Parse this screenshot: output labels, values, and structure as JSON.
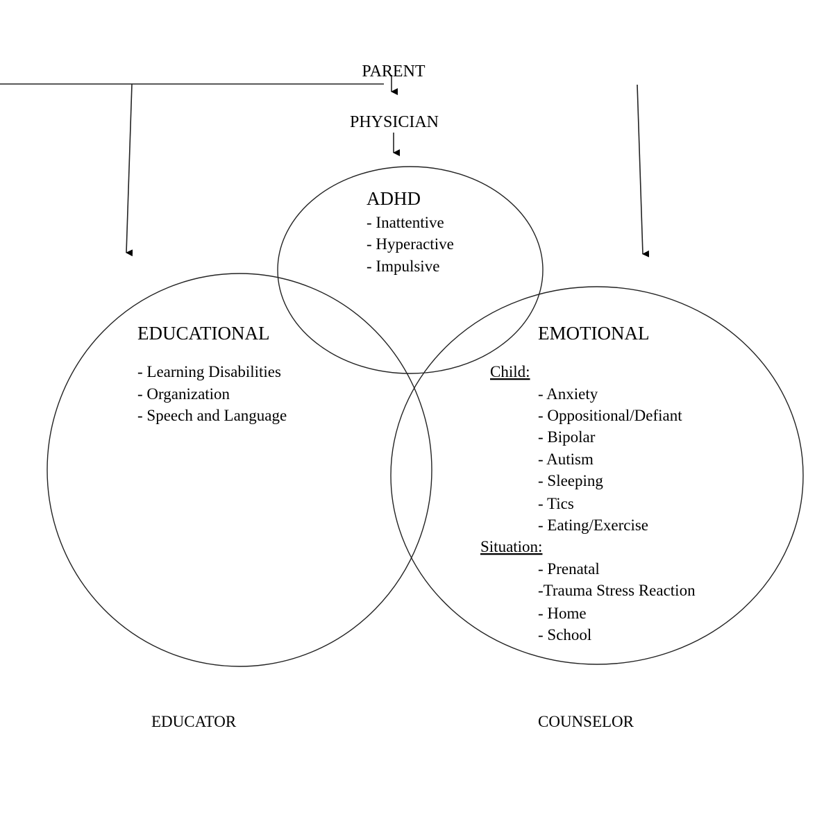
{
  "top": {
    "parent": "PARENT",
    "physician": "PHYSICIAN"
  },
  "adhd": {
    "title": "ADHD",
    "items": [
      "- Inattentive",
      "- Hyperactive",
      "- Impulsive"
    ]
  },
  "educational": {
    "title": "EDUCATIONAL",
    "items": [
      "- Learning Disabilities",
      "- Organization",
      "- Speech and Language"
    ]
  },
  "emotional": {
    "title": "EMOTIONAL",
    "child_label": "Child:",
    "child_items": [
      "- Anxiety",
      "- Oppositional/Defiant",
      "- Bipolar",
      "- Autism",
      "- Sleeping",
      "- Tics",
      "- Eating/Exercise"
    ],
    "situation_label": "Situation:",
    "situation_items": [
      "- Prenatal",
      "-Trauma Stress Reaction",
      "- Home",
      "- School"
    ]
  },
  "roles": {
    "educator": "EDUCATOR",
    "counselor": "COUNSELOR"
  }
}
